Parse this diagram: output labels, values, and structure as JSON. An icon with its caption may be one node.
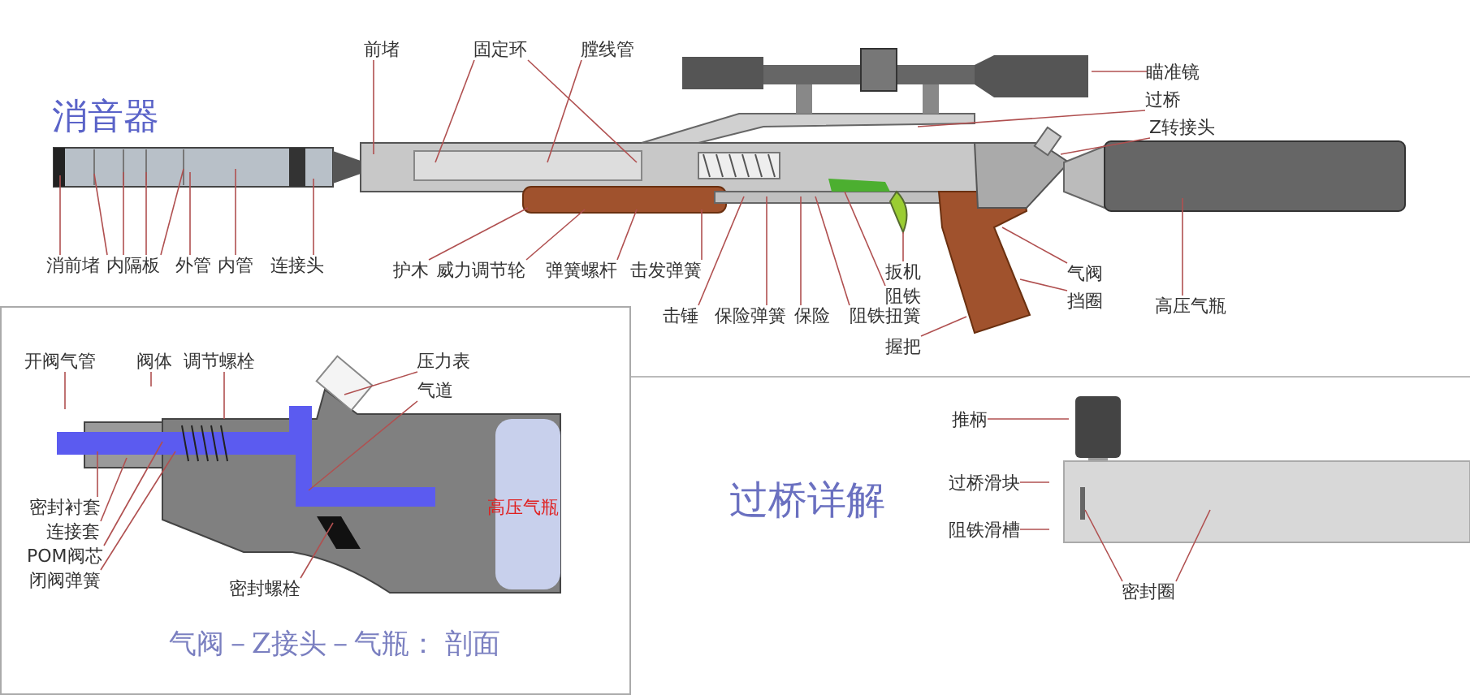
{
  "diagram": {
    "nodes": [
      {
        "text": [
          "消前堵"
        ]
      },
      {
        "text": [
          "内隔板"
        ]
      },
      {
        "text": [
          "外管"
        ]
      },
      {
        "text": [
          "内管"
        ]
      },
      {
        "text": [
          "连接头"
        ]
      },
      {
        "text": [
          "前堵"
        ]
      },
      {
        "text": [
          "固定环"
        ]
      },
      {
        "text": [
          "膛线管"
        ]
      },
      {
        "text": [
          "护木"
        ]
      },
      {
        "text": [
          "威力调节轮"
        ]
      },
      {
        "text": [
          "弹簧螺杆"
        ]
      },
      {
        "text": [
          "击发弹簧"
        ]
      },
      {
        "text": [
          "击锤"
        ]
      },
      {
        "text": [
          "保险弹簧"
        ]
      },
      {
        "text": [
          "保险"
        ]
      },
      {
        "text": [
          "阻铁扭簧"
        ]
      },
      {
        "text": [
          "扳机"
        ]
      },
      {
        "text": [
          "阻铁"
        ]
      },
      {
        "text": [
          "握把"
        ]
      },
      {
        "text": [
          "气阀"
        ]
      },
      {
        "text": [
          "挡圈"
        ]
      },
      {
        "text": [
          "高压气瓶"
        ]
      },
      {
        "text": [
          "瞄准镜"
        ]
      },
      {
        "text": [
          "过桥"
        ]
      },
      {
        "text": [
          "Z转接头"
        ]
      },
      {
        "text": [
          "开阀气管"
        ]
      },
      {
        "text": [
          "阀体"
        ]
      },
      {
        "text": [
          "调节螺栓"
        ]
      },
      {
        "text": [
          "压力表"
        ]
      },
      {
        "text": [
          "气道"
        ]
      },
      {
        "text": [
          "密封衬套"
        ]
      },
      {
        "text": [
          "连接套"
        ]
      },
      {
        "text": [
          "POM阀芯"
        ]
      },
      {
        "text": [
          "闭阀弹簧"
        ]
      },
      {
        "text": [
          "密封螺栓"
        ]
      },
      {
        "text": [
          "推柄"
        ]
      },
      {
        "text": [
          "过桥滑块"
        ]
      },
      {
        "text": [
          "阻铁滑槽"
        ]
      },
      {
        "text": [
          "密封圈"
        ]
      }
    ],
    "edges": [
      {
        "from": 0,
        "to": null,
        "arrow": "none"
      },
      {
        "from": 1,
        "to": null,
        "arrow": "none"
      },
      {
        "from": 1,
        "to": null,
        "arrow": "none"
      },
      {
        "from": 1,
        "to": null,
        "arrow": "none"
      },
      {
        "from": 1,
        "to": null,
        "arrow": "none"
      },
      {
        "from": 2,
        "to": null,
        "arrow": "none"
      },
      {
        "from": 3,
        "to": null,
        "arrow": "none"
      },
      {
        "from": 4,
        "to": null,
        "arrow": "none"
      },
      {
        "from": 5,
        "to": null,
        "arrow": "none"
      },
      {
        "from": 6,
        "to": null,
        "arrow": "none"
      },
      {
        "from": 6,
        "to": null,
        "arrow": "none"
      },
      {
        "from": 7,
        "to": null,
        "arrow": "none"
      },
      {
        "from": 8,
        "to": null,
        "arrow": "none"
      },
      {
        "from": 9,
        "to": null,
        "arrow": "none"
      },
      {
        "from": 10,
        "to": null,
        "arrow": "none"
      },
      {
        "from": 11,
        "to": null,
        "arrow": "none"
      },
      {
        "from": 12,
        "to": null,
        "arrow": "none"
      },
      {
        "from": 13,
        "to": null,
        "arrow": "none"
      },
      {
        "from": 14,
        "to": null,
        "arrow": "none"
      },
      {
        "from": 15,
        "to": null,
        "arrow": "none"
      },
      {
        "from": 16,
        "to": null,
        "arrow": "none"
      },
      {
        "from": 17,
        "to": null,
        "arrow": "none"
      },
      {
        "from": 18,
        "to": null,
        "arrow": "none"
      },
      {
        "from": 19,
        "to": null,
        "arrow": "none"
      },
      {
        "from": 20,
        "to": null,
        "arrow": "none"
      },
      {
        "from": 21,
        "to": null,
        "arrow": "none"
      },
      {
        "from": 22,
        "to": null,
        "arrow": "none"
      },
      {
        "from": 23,
        "to": null,
        "arrow": "none"
      },
      {
        "from": 24,
        "to": null,
        "arrow": "none"
      },
      {
        "from": 25,
        "to": null,
        "arrow": "none"
      },
      {
        "from": 26,
        "to": null,
        "arrow": "none"
      },
      {
        "from": 27,
        "to": null,
        "arrow": "none"
      },
      {
        "from": 28,
        "to": null,
        "arrow": "none"
      },
      {
        "from": 29,
        "to": null,
        "arrow": "none"
      },
      {
        "from": 30,
        "to": null,
        "arrow": "none"
      },
      {
        "from": 31,
        "to": null,
        "arrow": "none"
      },
      {
        "from": 32,
        "to": null,
        "arrow": "none"
      },
      {
        "from": 33,
        "to": null,
        "arrow": "none"
      },
      {
        "from": 34,
        "to": null,
        "arrow": "none"
      },
      {
        "from": 35,
        "to": null,
        "arrow": "none"
      },
      {
        "from": 36,
        "to": null,
        "arrow": "none"
      },
      {
        "from": 37,
        "to": null,
        "arrow": "none"
      },
      {
        "from": 38,
        "to": null,
        "arrow": "none"
      },
      {
        "from": 38,
        "to": null,
        "arrow": "none"
      }
    ],
    "labels": [
      "消音器",
      "高压气瓶",
      "气阀－Z接头－气瓶： 剖面",
      "过桥详解"
    ]
  }
}
